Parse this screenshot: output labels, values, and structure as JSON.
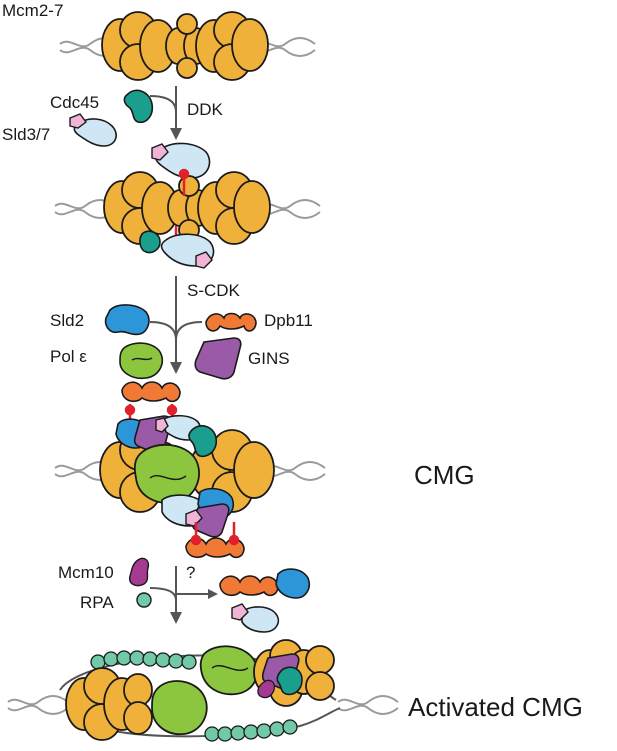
{
  "labels": {
    "mcm27": "Mcm2-7",
    "cdc45": "Cdc45",
    "sld37": "Sld3/7",
    "ddk": "DDK",
    "scdk": "S-CDK",
    "sld2": "Sld2",
    "dpb11": "Dpb11",
    "pole": "Pol ε",
    "gins": "GINS",
    "cmg": "CMG",
    "mcm10": "Mcm10",
    "rpa": "RPA",
    "question": "?",
    "activated": "Activated CMG"
  },
  "colors": {
    "mcm": "#f0b13a",
    "cdc45": "#1a9e8e",
    "sld3": "#cfe6f4",
    "sld7": "#f2b4d6",
    "sld2": "#2d96d9",
    "dpb11": "#f07a35",
    "pole": "#8cc63f",
    "gins": "#9b5aa8",
    "mcm10": "#a43a92",
    "rpa": "#72c9a8",
    "phospho": "#e0202a",
    "dna": "#9a9a9a",
    "arrow": "#555555"
  }
}
